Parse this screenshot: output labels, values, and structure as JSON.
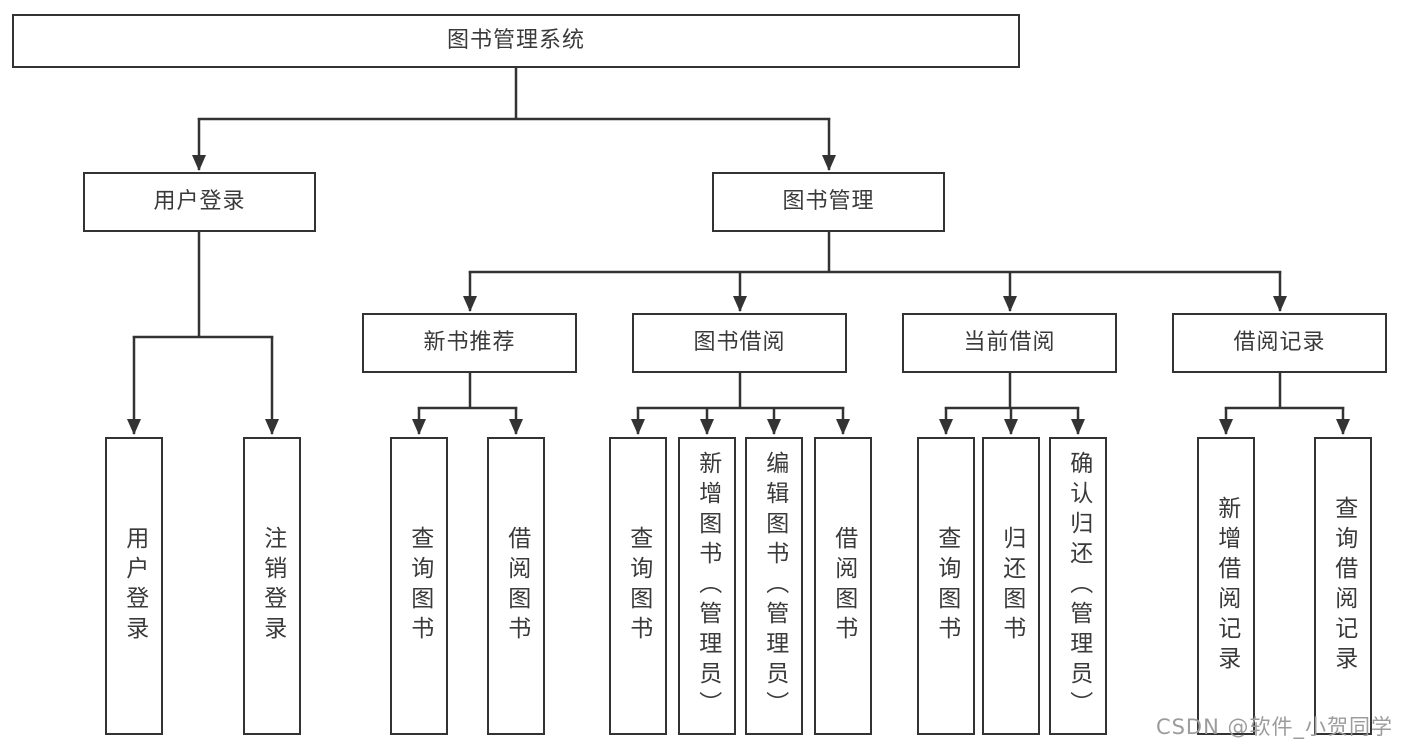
{
  "tree": {
    "label": "图书管理系统",
    "children": [
      {
        "label": "用户登录",
        "children": [
          {
            "label": "用户登录"
          },
          {
            "label": "注销登录"
          }
        ]
      },
      {
        "label": "图书管理",
        "children": [
          {
            "label": "新书推荐",
            "children": [
              {
                "label": "查询图书"
              },
              {
                "label": "借阅图书"
              }
            ]
          },
          {
            "label": "图书借阅",
            "children": [
              {
                "label": "查询图书"
              },
              {
                "label": "新增图书（管理员）"
              },
              {
                "label": "编辑图书（管理员）"
              },
              {
                "label": "借阅图书"
              }
            ]
          },
          {
            "label": "当前借阅",
            "children": [
              {
                "label": "查询图书"
              },
              {
                "label": "归还图书"
              },
              {
                "label": "确认归还（管理员）"
              }
            ]
          },
          {
            "label": "借阅记录",
            "children": [
              {
                "label": "新增借阅记录"
              },
              {
                "label": "查询借阅记录"
              }
            ]
          }
        ]
      }
    ]
  },
  "watermark": "CSDN @软件_小贺同学",
  "colors": {
    "line": "#333333",
    "box_border": "#333333",
    "text": "#3a3a3a",
    "background": "#ffffff",
    "watermark": "#9c9c9c"
  }
}
